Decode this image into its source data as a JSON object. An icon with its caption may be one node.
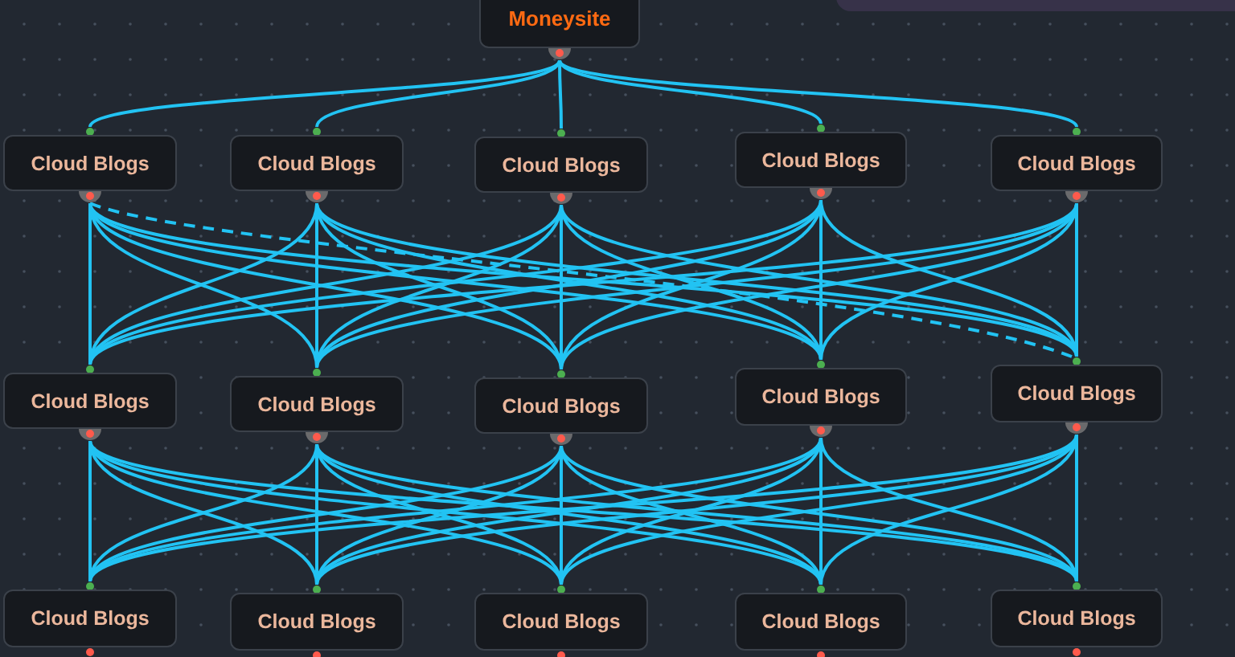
{
  "diagram": {
    "nodes": [
      {
        "text": [
          "Moneysite"
        ]
      },
      {
        "text": [
          "Cloud Blogs"
        ]
      },
      {
        "text": [
          "Cloud Blogs"
        ]
      },
      {
        "text": [
          "Cloud Blogs"
        ]
      },
      {
        "text": [
          "Cloud Blogs"
        ]
      },
      {
        "text": [
          "Cloud Blogs"
        ]
      },
      {
        "text": [
          "Cloud Blogs"
        ]
      },
      {
        "text": [
          "Cloud Blogs"
        ]
      },
      {
        "text": [
          "Cloud Blogs"
        ]
      },
      {
        "text": [
          "Cloud Blogs"
        ]
      },
      {
        "text": [
          "Cloud Blogs"
        ]
      },
      {
        "text": [
          "Cloud Blogs"
        ]
      },
      {
        "text": [
          "Cloud Blogs"
        ]
      },
      {
        "text": [
          "Cloud Blogs"
        ]
      },
      {
        "text": [
          "Cloud Blogs"
        ]
      },
      {
        "text": [
          "Cloud Blogs"
        ]
      }
    ],
    "edges": [
      {
        "from": 0,
        "to": 1,
        "arrow": "none"
      },
      {
        "from": 0,
        "to": 2,
        "arrow": "none"
      },
      {
        "from": 0,
        "to": 3,
        "arrow": "none"
      },
      {
        "from": 0,
        "to": 4,
        "arrow": "none"
      },
      {
        "from": 0,
        "to": 5,
        "arrow": "none"
      },
      {
        "from": 1,
        "to": 6,
        "arrow": "none"
      },
      {
        "from": 1,
        "to": 7,
        "arrow": "none"
      },
      {
        "from": 1,
        "to": 8,
        "arrow": "none"
      },
      {
        "from": 1,
        "to": 9,
        "arrow": "none"
      },
      {
        "from": 1,
        "to": 10,
        "arrow": "none"
      },
      {
        "from": 2,
        "to": 6,
        "arrow": "none"
      },
      {
        "from": 2,
        "to": 7,
        "arrow": "none"
      },
      {
        "from": 2,
        "to": 8,
        "arrow": "none"
      },
      {
        "from": 2,
        "to": 9,
        "arrow": "none"
      },
      {
        "from": 2,
        "to": 10,
        "arrow": "none"
      },
      {
        "from": 3,
        "to": 6,
        "arrow": "none"
      },
      {
        "from": 3,
        "to": 7,
        "arrow": "none"
      },
      {
        "from": 3,
        "to": 8,
        "arrow": "none"
      },
      {
        "from": 3,
        "to": 9,
        "arrow": "none"
      },
      {
        "from": 3,
        "to": 10,
        "arrow": "none"
      },
      {
        "from": 4,
        "to": 6,
        "arrow": "none"
      },
      {
        "from": 4,
        "to": 7,
        "arrow": "none"
      },
      {
        "from": 4,
        "to": 8,
        "arrow": "none"
      },
      {
        "from": 4,
        "to": 9,
        "arrow": "none"
      },
      {
        "from": 4,
        "to": 10,
        "arrow": "none"
      },
      {
        "from": 5,
        "to": 6,
        "arrow": "none"
      },
      {
        "from": 5,
        "to": 7,
        "arrow": "none"
      },
      {
        "from": 5,
        "to": 8,
        "arrow": "none"
      },
      {
        "from": 5,
        "to": 9,
        "arrow": "none"
      },
      {
        "from": 5,
        "to": 10,
        "arrow": "none"
      },
      {
        "from": 1,
        "to": 10,
        "arrow": "none",
        "style": "dashed"
      },
      {
        "from": 6,
        "to": 11,
        "arrow": "none"
      },
      {
        "from": 6,
        "to": 12,
        "arrow": "none"
      },
      {
        "from": 6,
        "to": 13,
        "arrow": "none"
      },
      {
        "from": 6,
        "to": 14,
        "arrow": "none"
      },
      {
        "from": 6,
        "to": 15,
        "arrow": "none"
      },
      {
        "from": 7,
        "to": 11,
        "arrow": "none"
      },
      {
        "from": 7,
        "to": 12,
        "arrow": "none"
      },
      {
        "from": 7,
        "to": 13,
        "arrow": "none"
      },
      {
        "from": 7,
        "to": 14,
        "arrow": "none"
      },
      {
        "from": 7,
        "to": 15,
        "arrow": "none"
      },
      {
        "from": 8,
        "to": 11,
        "arrow": "none"
      },
      {
        "from": 8,
        "to": 12,
        "arrow": "none"
      },
      {
        "from": 8,
        "to": 13,
        "arrow": "none"
      },
      {
        "from": 8,
        "to": 14,
        "arrow": "none"
      },
      {
        "from": 8,
        "to": 15,
        "arrow": "none"
      },
      {
        "from": 9,
        "to": 11,
        "arrow": "none"
      },
      {
        "from": 9,
        "to": 12,
        "arrow": "none"
      },
      {
        "from": 9,
        "to": 13,
        "arrow": "none"
      },
      {
        "from": 9,
        "to": 14,
        "arrow": "none"
      },
      {
        "from": 9,
        "to": 15,
        "arrow": "none"
      },
      {
        "from": 10,
        "to": 11,
        "arrow": "none"
      },
      {
        "from": 10,
        "to": 12,
        "arrow": "none"
      },
      {
        "from": 10,
        "to": 13,
        "arrow": "none"
      },
      {
        "from": 10,
        "to": 14,
        "arrow": "none"
      },
      {
        "from": 10,
        "to": 15,
        "arrow": "none"
      }
    ]
  }
}
